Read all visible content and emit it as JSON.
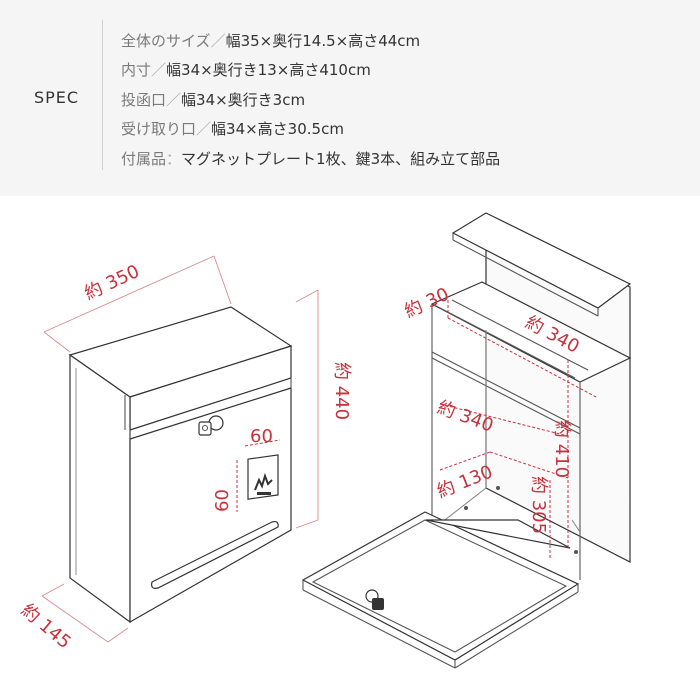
{
  "spec": {
    "label": "SPEC",
    "rows": [
      {
        "key": "全体のサイズ",
        "sep": "／",
        "value": "幅35×奥行14.5×高さ44cm"
      },
      {
        "key": "内寸",
        "sep": "／",
        "value": "幅34×奥行き13×高さ410cm"
      },
      {
        "key": "投函口",
        "sep": "／",
        "value": "幅34×奥行き3cm"
      },
      {
        "key": "受け取り口",
        "sep": "／",
        "value": "幅34×高さ30.5cm"
      },
      {
        "key": "付属品",
        "sep": "：",
        "value": "マグネットプレート1枚、鍵3本、組み立て部品"
      }
    ]
  },
  "left_figure": {
    "width_label": "約 350",
    "height_label": "約 440",
    "depth_label": "約 145",
    "plate_width_label": "60",
    "plate_height_label": "60"
  },
  "right_figure": {
    "slot_depth_label": "約 30",
    "slot_width_label": "約 340",
    "inner_width_label": "約 340",
    "inner_depth_label": "約 130",
    "inner_height_label": "約 410",
    "door_height_label": "約 305"
  },
  "colors": {
    "dimension": "#c8323c",
    "line": "#555555",
    "spec_background": "#f5f5f5"
  }
}
